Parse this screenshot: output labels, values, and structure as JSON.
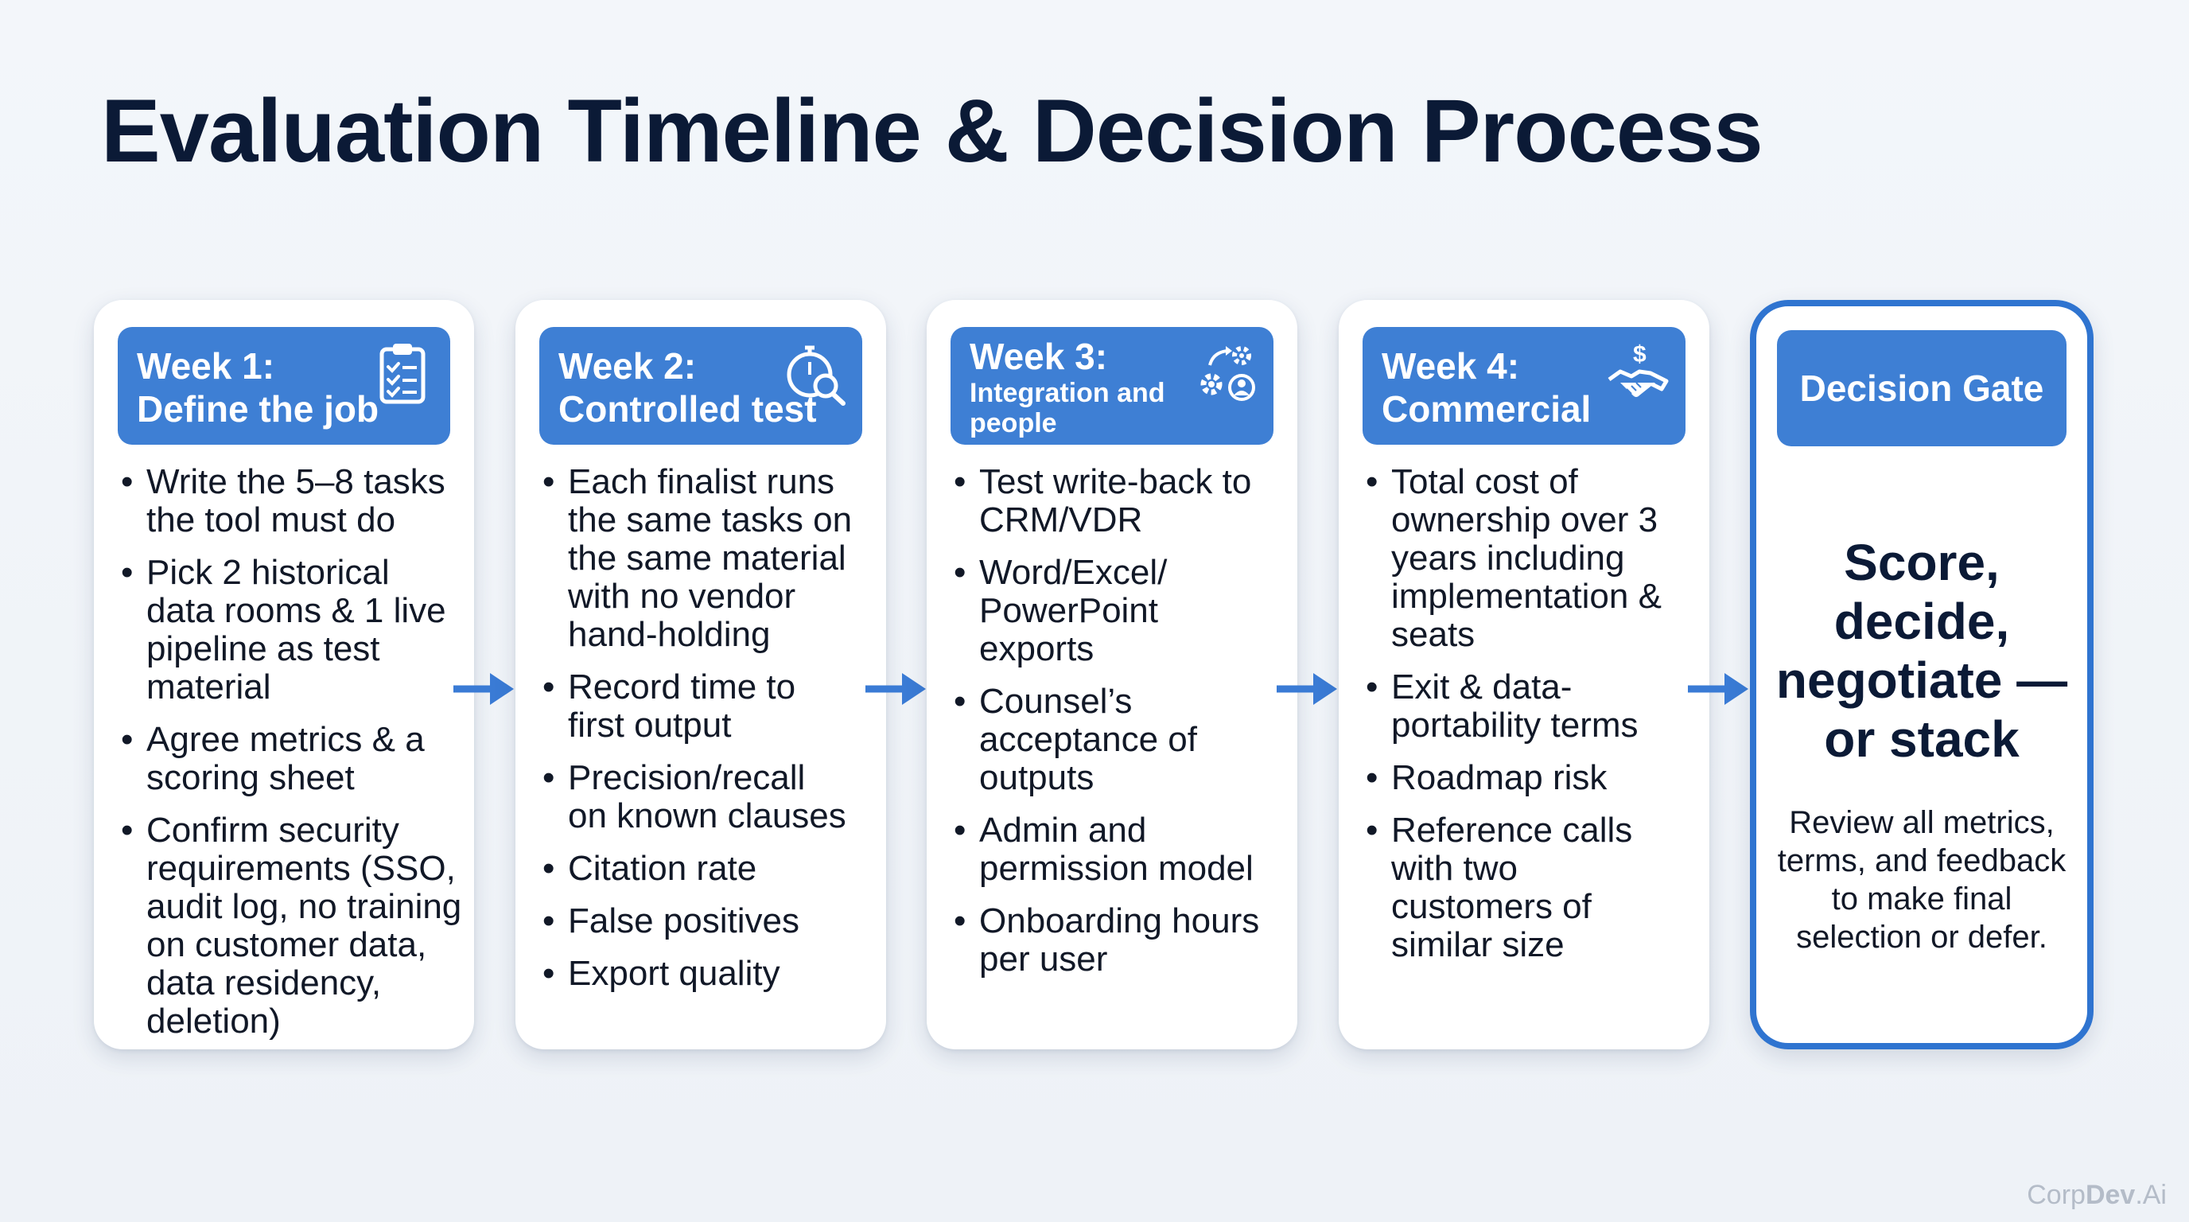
{
  "title": "Evaluation Timeline & Decision Process",
  "colors": {
    "accent": "#3e7fd4",
    "gate_border": "#2f74d0",
    "title": "#0b1a36"
  },
  "cards": [
    {
      "week": "Week 1:",
      "name": "Define the job",
      "icon": "clipboard-checklist-icon",
      "bullets": [
        [
          "Write the 5–8 tasks",
          "the tool must do"
        ],
        [
          "Pick 2 historical",
          "data rooms & 1 live",
          "pipeline as test",
          "material"
        ],
        [
          "Agree metrics & a",
          "scoring sheet"
        ],
        [
          "Confirm security",
          "requirements (SSO,",
          "audit log, no training",
          "on customer data,",
          "data residency,",
          "deletion)"
        ]
      ]
    },
    {
      "week": "Week 2:",
      "name": "Controlled test",
      "icon": "stopwatch-search-icon",
      "bullets": [
        [
          "Each finalist runs",
          "the same tasks on",
          "the same material",
          "with no vendor",
          "hand-holding"
        ],
        [
          "Record time to",
          "first output"
        ],
        [
          "Precision/recall",
          "on known clauses"
        ],
        [
          "Citation rate"
        ],
        [
          "False positives"
        ],
        [
          "Export quality"
        ]
      ]
    },
    {
      "week": "Week 3:",
      "name": "Integration and",
      "name2": "people",
      "icon": "gears-user-icon",
      "bullets": [
        [
          "Test write-back to",
          "CRM/VDR"
        ],
        [
          "Word/Excel/",
          "PowerPoint",
          "exports"
        ],
        [
          "Counsel’s",
          "acceptance of",
          "outputs"
        ],
        [
          "Admin and",
          "permission model"
        ],
        [
          "Onboarding hours",
          "per user"
        ]
      ]
    },
    {
      "week": "Week 4:",
      "name": "Commercial",
      "icon": "handshake-dollar-icon",
      "bullets": [
        [
          "Total cost of",
          "ownership over 3",
          "years including",
          "implementation &",
          "seats"
        ],
        [
          "Exit & data-",
          "portability terms"
        ],
        [
          "Roadmap risk"
        ],
        [
          "Reference calls",
          "with two",
          "customers of",
          "similar size"
        ]
      ]
    }
  ],
  "gate": {
    "label": "Decision Gate",
    "headline": [
      "Score,",
      "decide,",
      "negotiate —",
      "or stack"
    ],
    "description": [
      "Review all metrics,",
      "terms, and feedback",
      "to make final",
      "selection or defer."
    ]
  },
  "watermark": {
    "part1": "Corp",
    "part2": "Dev",
    "part3": ".Ai"
  }
}
